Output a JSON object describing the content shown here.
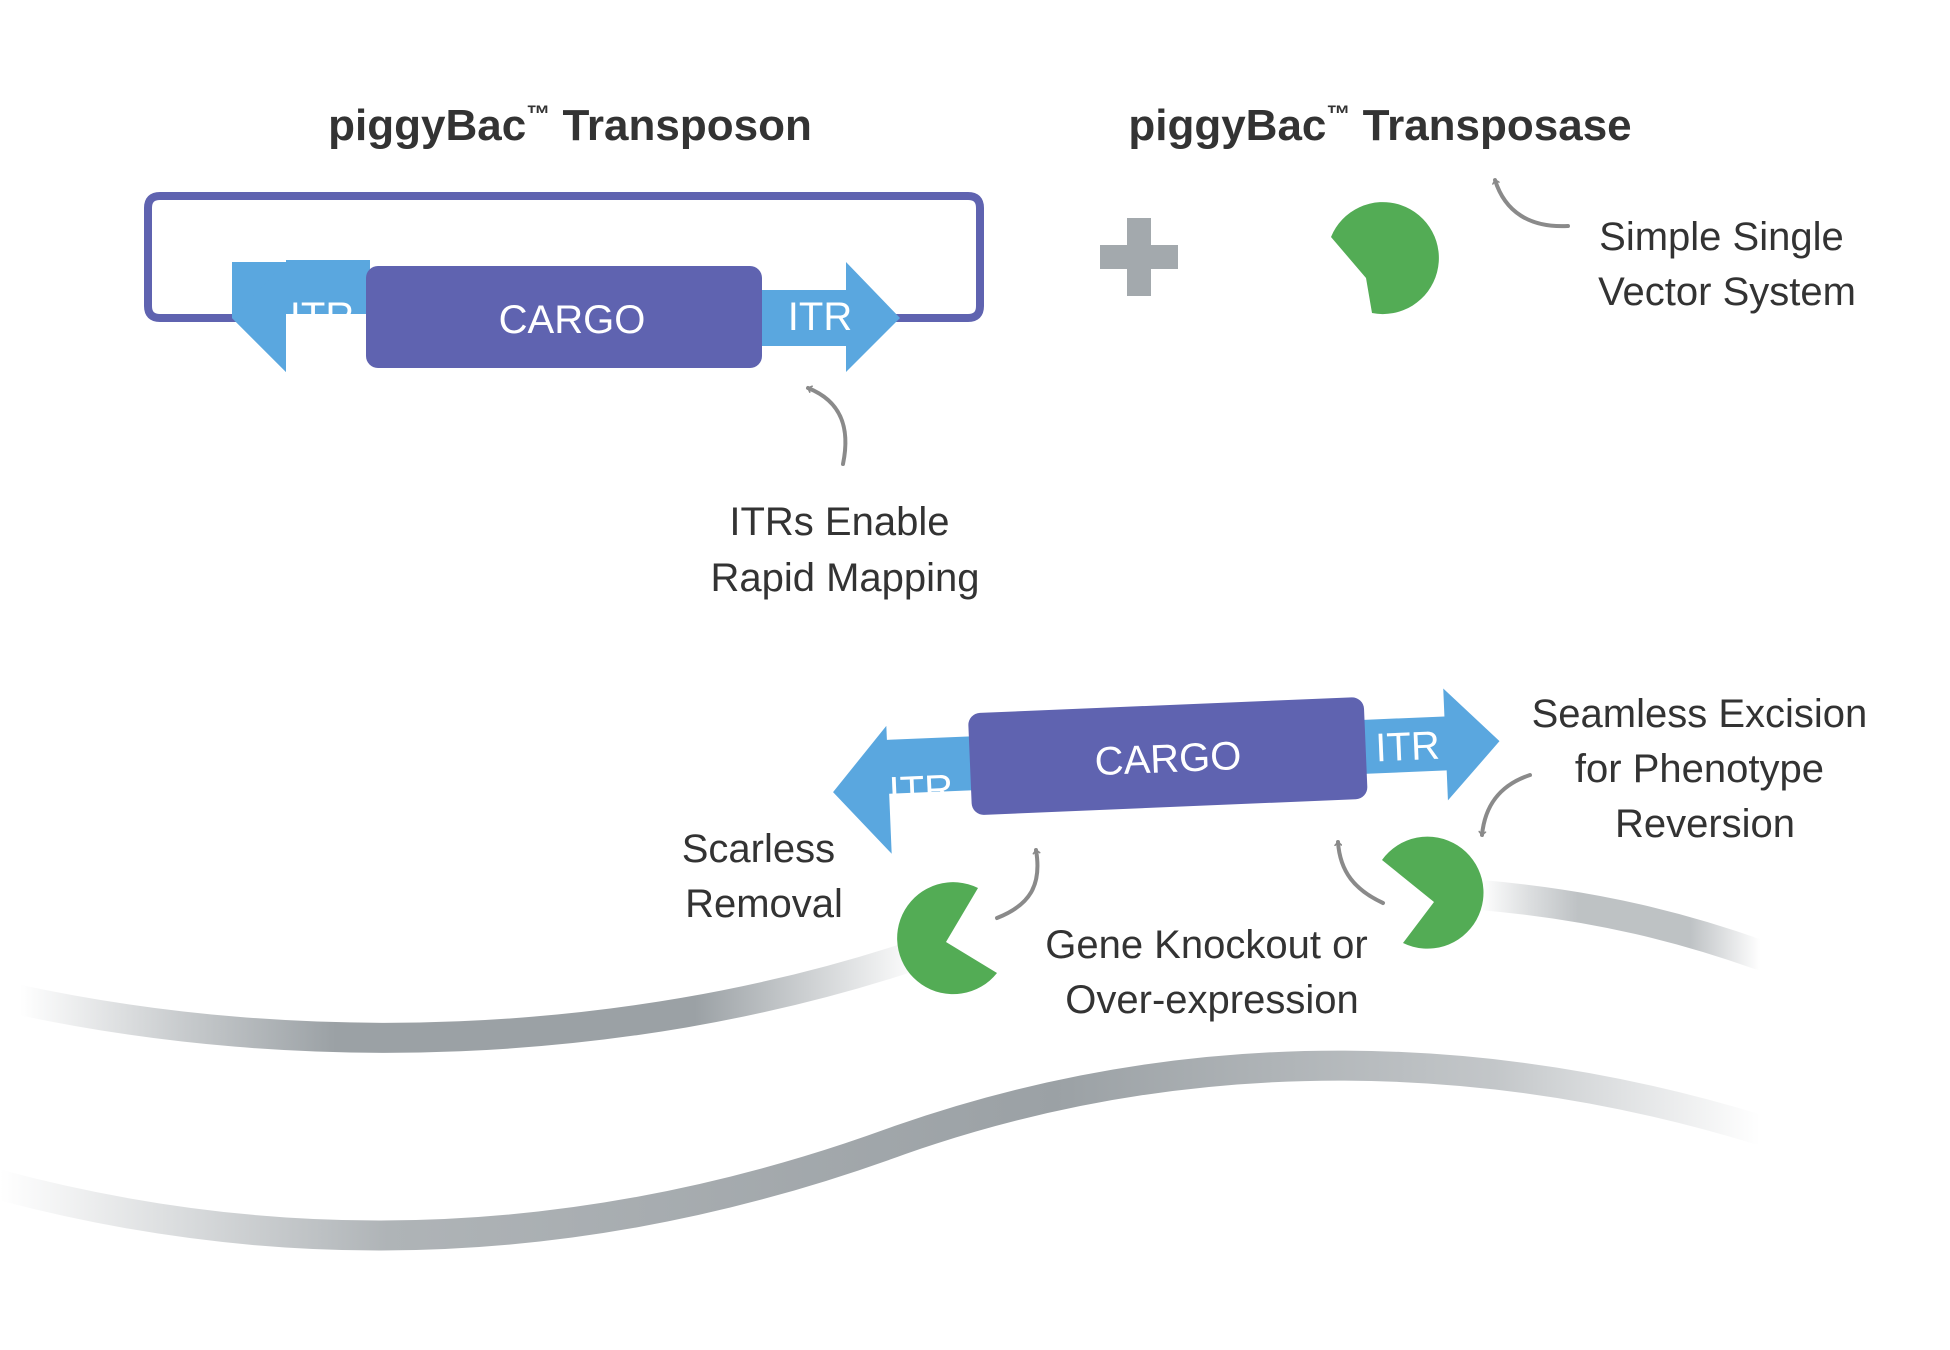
{
  "colors": {
    "itr": "#5aa7df",
    "cargo": "#5f63b0",
    "loop": "#5f63b0",
    "transposase": "#53ac55",
    "plus": "#a3a9ad",
    "dna": "#9ba1a5",
    "text": "#333333",
    "pointer": "#8a8a8a"
  },
  "icons": {
    "transposase": "pac-man-shape",
    "plus": "plus-sign",
    "pointer": "curved-arrow"
  },
  "titles": {
    "transposon": "piggyBac",
    "transposon_rest": "Transposon",
    "transposase": "piggyBac",
    "transposase_rest": "Transposase",
    "trademark": "™"
  },
  "labels": {
    "cargo": "CARGO",
    "itr_left": "ITR",
    "itr_right": "ITR",
    "cargo_lower": "CARGO",
    "itr_lower_left": "ITR",
    "itr_lower_right": "ITR"
  },
  "annotations": {
    "simple_single": [
      "Simple Single",
      "Vector System"
    ],
    "itrs_enable": [
      "ITRs Enable",
      "Rapid Mapping"
    ],
    "seamless": [
      "Seamless Excision",
      "for Phenotype",
      "Reversion"
    ],
    "scarless": [
      "Scarless",
      "Removal"
    ],
    "gene_knockout": [
      "Gene Knockout or",
      "Over-expression"
    ]
  }
}
